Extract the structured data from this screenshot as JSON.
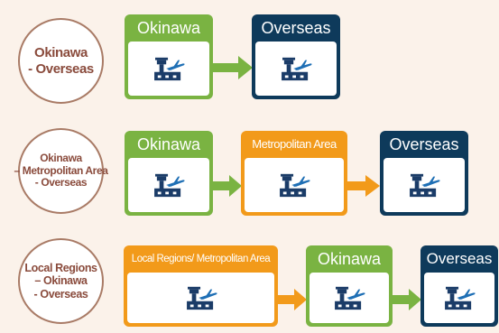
{
  "colors": {
    "okinawa": "#7ab342",
    "overseas": "#0e3a5b",
    "metropolitan": "#f29a1a",
    "circle_border": "#a97b66",
    "circle_text": "#8a4b3c",
    "icon_blue": "#1e6fb5",
    "icon_navy": "#1b3c68",
    "background": "#fbf2ea"
  },
  "icon": "airport-tower-airplane-icon",
  "routes": [
    {
      "label_lines": [
        "Okinawa",
        "- Overseas"
      ],
      "steps": [
        "Okinawa",
        "Overseas"
      ]
    },
    {
      "label_lines": [
        "Okinawa",
        "– Metropolitan Area",
        "- Overseas"
      ],
      "steps": [
        "Okinawa",
        "Metropolitan Area",
        "Overseas"
      ]
    },
    {
      "label_lines": [
        "Local Regions",
        "– Okinawa",
        "- Overseas"
      ],
      "steps": [
        "Local Regions/ Metropolitan Area",
        "Okinawa",
        "Overseas"
      ]
    }
  ]
}
